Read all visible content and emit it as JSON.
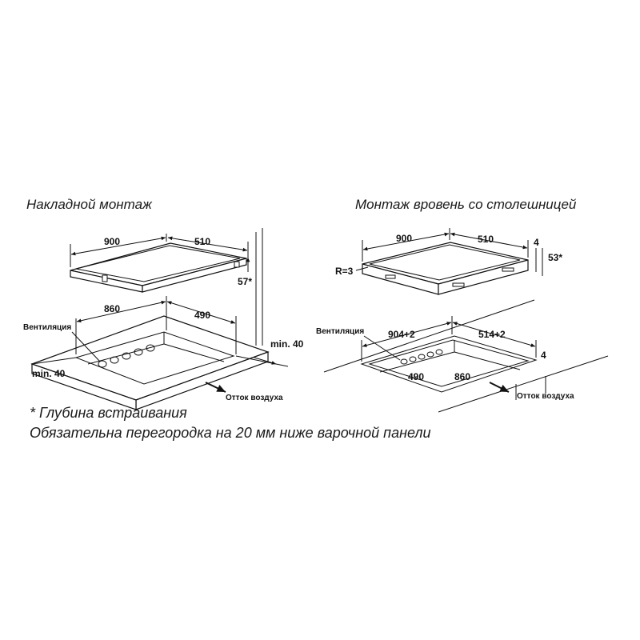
{
  "left_panel": {
    "title": "Накладной монтаж",
    "dim_top_width": "900",
    "dim_top_depth": "510",
    "dim_height": "57*",
    "dim_cutout_width": "860",
    "dim_cutout_depth": "490",
    "ventilation_label": "Вентиляция",
    "min_side": "min. 40",
    "min_back": "min. 40",
    "airflow_label": "Отток воздуха"
  },
  "right_panel": {
    "title": "Монтаж вровень со столешницей",
    "dim_top_width": "900",
    "dim_top_depth": "510",
    "dim_thickness": "4",
    "dim_height": "53*",
    "radius_label": "R=3",
    "ventilation_label": "Вентиляция",
    "dim_recess_width": "904+2",
    "dim_recess_depth": "514+2",
    "dim_recess_step": "4",
    "dim_cutout_depth": "490",
    "dim_cutout_width": "860",
    "airflow_label": "Отток воздуха"
  },
  "notes": {
    "depth_note": "* Глубина встраивания",
    "partition_note": "Обязательна перегородка на 20 мм ниже варочной панели"
  },
  "colors": {
    "line": "#111111",
    "background": "#ffffff"
  }
}
